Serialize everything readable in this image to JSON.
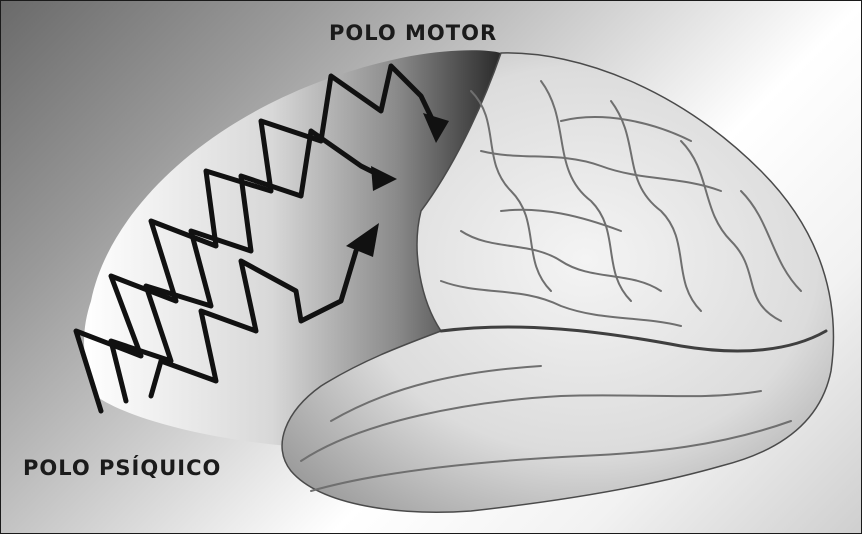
{
  "labels": {
    "top": "POLO MOTOR",
    "bottom": "POLO PSÍQUICO"
  },
  "icons": [
    "brain-illustration",
    "wavy-arrow"
  ]
}
